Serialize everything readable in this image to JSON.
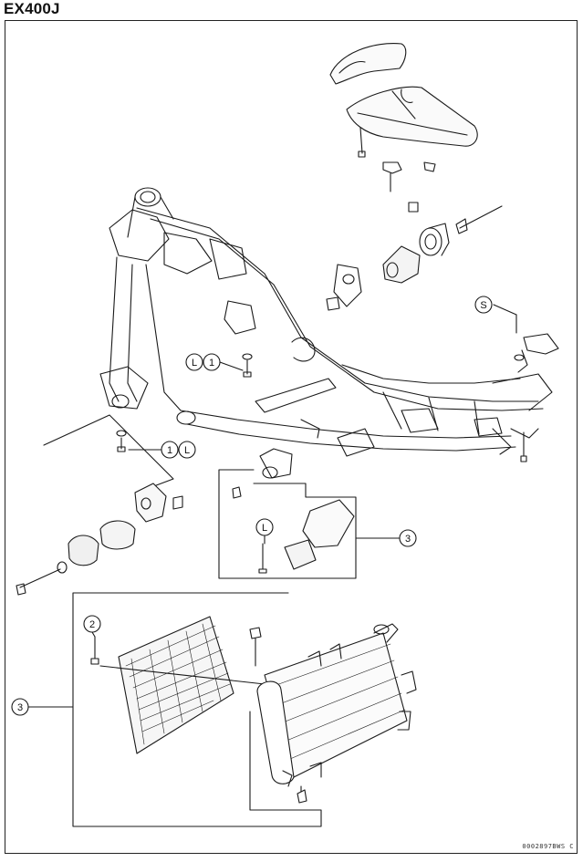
{
  "header": {
    "model": "EX400J"
  },
  "callouts": [
    {
      "id": "S",
      "label": "S"
    },
    {
      "id": "L1a",
      "label": "L"
    },
    {
      "id": "n1a",
      "label": "1"
    },
    {
      "id": "n1b",
      "label": "1"
    },
    {
      "id": "L1b",
      "label": "L"
    },
    {
      "id": "L2",
      "label": "L"
    },
    {
      "id": "n3a",
      "label": "3"
    },
    {
      "id": "n2",
      "label": "2"
    },
    {
      "id": "n3b",
      "label": "3"
    }
  ],
  "footer": {
    "drawing_code": "0002897BWS C"
  }
}
